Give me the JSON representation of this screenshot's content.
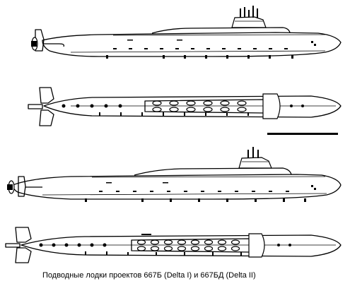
{
  "caption": "Подводные лодки проектов 667Б (Delta I) и 667БД (Delta II)",
  "figures": [
    {
      "view": "side-profile",
      "variant": "667Б"
    },
    {
      "view": "top-plan",
      "variant": "667Б",
      "missile_tubes": 12
    },
    {
      "view": "side-profile",
      "variant": "667БД"
    },
    {
      "view": "top-plan",
      "variant": "667БД",
      "missile_tubes": 16
    }
  ]
}
